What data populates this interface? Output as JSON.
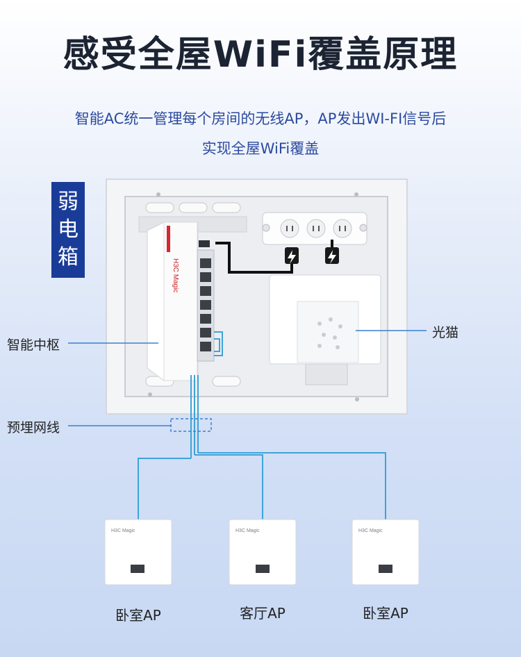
{
  "title": "感受全屋WiFi覆盖原理",
  "subtitle_line1": "智能AC统一管理每个房间的无线AP，AP发出WI-FI信号后",
  "subtitle_line2": "实现全屋WiFi覆盖",
  "weak_box_label": [
    "弱",
    "电",
    "箱"
  ],
  "labels": {
    "hub": "智能中枢",
    "modem": "光猫",
    "cable": "预埋网线"
  },
  "hub_brand": "H3C Magic",
  "ap_brand": "H3C Magic",
  "access_points": [
    {
      "label": "卧室AP"
    },
    {
      "label": "客厅AP"
    },
    {
      "label": "卧室AP"
    }
  ],
  "colors": {
    "title": "#1c2433",
    "subtitle": "#2b4a9e",
    "box_label_bg": "#1a3c99",
    "cable": "#3fa3d8",
    "leader_line": "#3a7fd0",
    "power_cord": "#111111"
  }
}
